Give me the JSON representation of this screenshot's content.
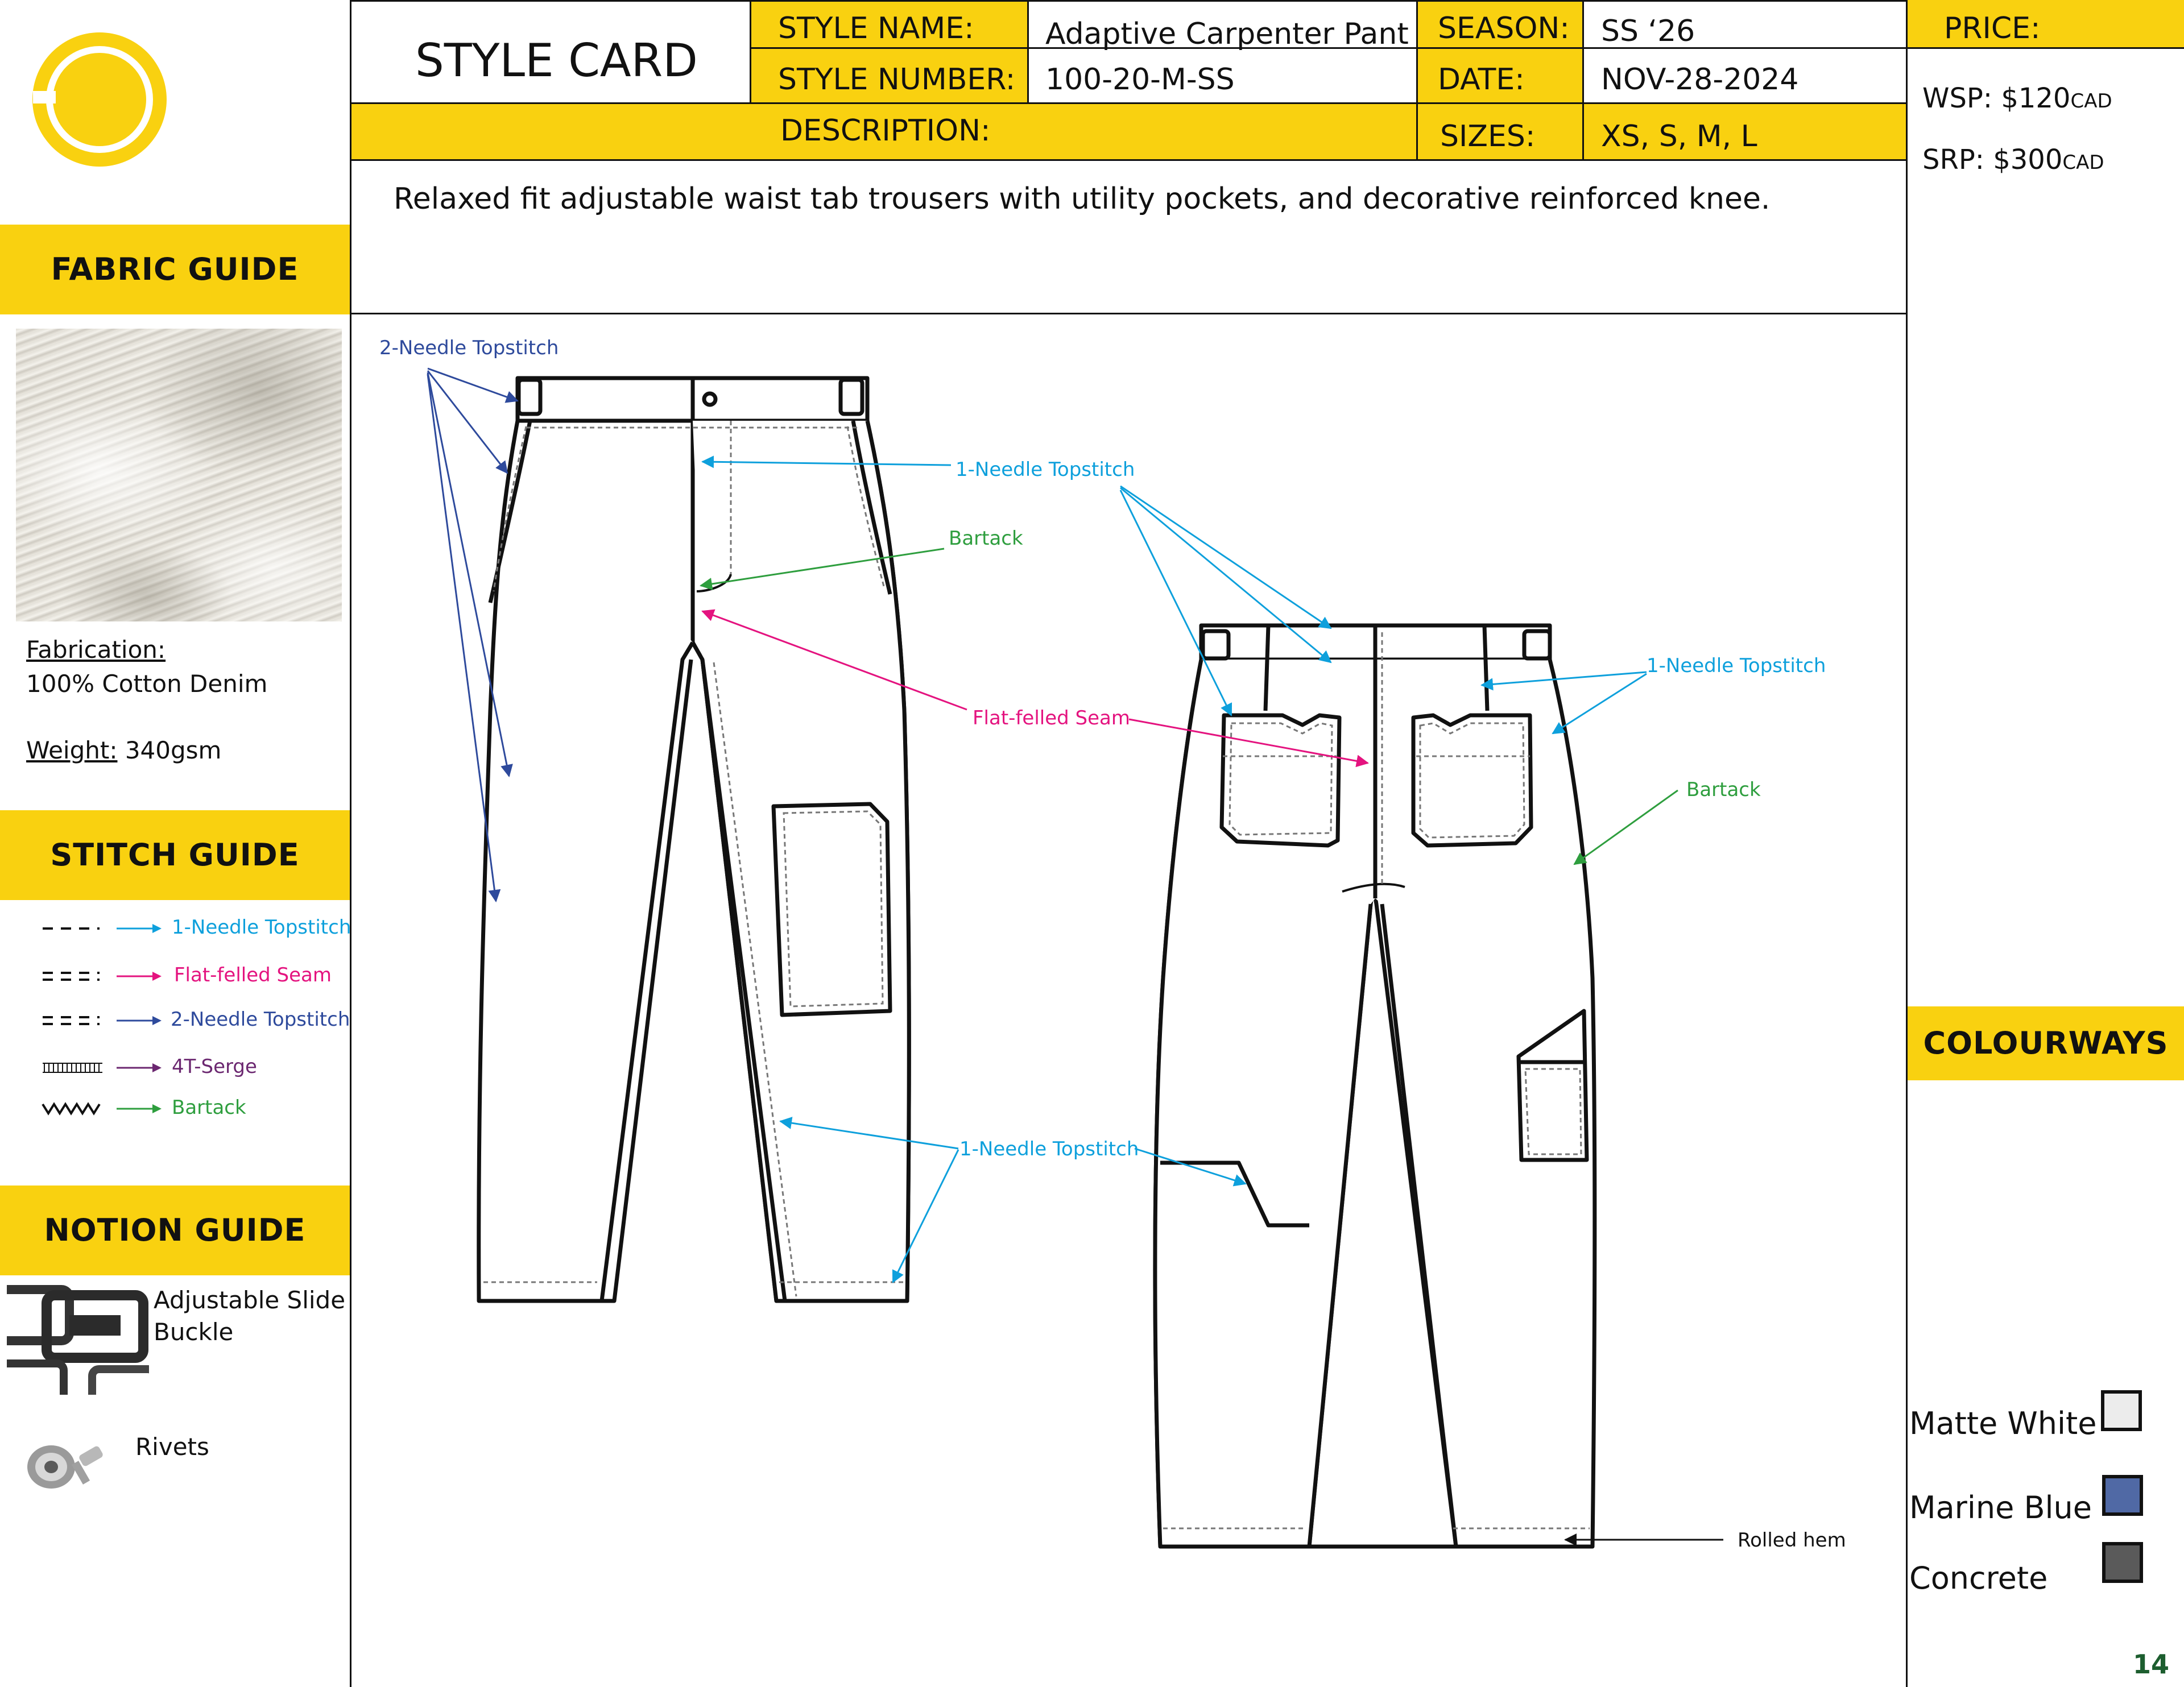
{
  "header": {
    "card_title": "STYLE CARD",
    "style_name_label": "STYLE NAME:",
    "style_name": "Adaptive Carpenter Pant",
    "style_number_label": "STYLE NUMBER:",
    "style_number": "100-20-M-SS",
    "season_label": "SEASON:",
    "season": "SS ‘26",
    "date_label": "DATE:",
    "date": "NOV-28-2024",
    "description_label": "DESCRIPTION:",
    "sizes_label": "SIZES:",
    "sizes": "XS, S, M, L",
    "description": "Relaxed fit adjustable waist tab trousers with utility pockets, and decorative reinforced knee."
  },
  "price": {
    "label": "PRICE:",
    "wsp_label": "WSP: ",
    "wsp_value": "$120",
    "wsp_unit": "CAD",
    "srp_label": "SRP: ",
    "srp_value": "$300",
    "srp_unit": "CAD"
  },
  "fabric_guide": {
    "title": "FABRIC GUIDE",
    "fabrication_label": "Fabrication:",
    "fabrication": "100% Cotton Denim",
    "weight_label": "Weight:",
    "weight": " 340gsm"
  },
  "stitch_guide": {
    "title": "STITCH GUIDE",
    "items": [
      {
        "label": "1-Needle Topstitch",
        "color": "#0ea0dc",
        "icon": "single-dash-stitch-icon"
      },
      {
        "label": "Flat-felled Seam",
        "color": "#e4137f",
        "icon": "double-dash-stitch-icon"
      },
      {
        "label": "2-Needle Topstitch",
        "color": "#2e4a9c",
        "icon": "double-dash-stitch-icon"
      },
      {
        "label": "4T-Serge",
        "color": "#6b2770",
        "icon": "serge-stitch-icon"
      },
      {
        "label": "Bartack",
        "color": "#2e9e3e",
        "icon": "zigzag-stitch-icon"
      }
    ]
  },
  "notion_guide": {
    "title": "NOTION GUIDE",
    "items": [
      {
        "label_line1": "Adjustable Slide",
        "label_line2": "Buckle"
      },
      {
        "label_line1": "Rivets",
        "label_line2": ""
      }
    ]
  },
  "colourways": {
    "title": "COLOURWAYS",
    "items": [
      {
        "name": "Matte White",
        "color": "#ececec"
      },
      {
        "name": "Marine Blue",
        "color": "#5069a5"
      },
      {
        "name": "Concrete",
        "color": "#5a5a5a"
      }
    ]
  },
  "callouts": {
    "two_needle": "2-Needle Topstitch",
    "one_needle_front_top": "1-Needle Topstitch",
    "bartack_front": "Bartack",
    "flat_felled": "Flat-felled Seam",
    "one_needle_back": "1-Needle Topstitch",
    "bartack_back": "Bartack",
    "one_needle_front_bottom": "1-Needle Topstitch",
    "rolled_hem": "Rolled hem"
  },
  "page_number": "14"
}
